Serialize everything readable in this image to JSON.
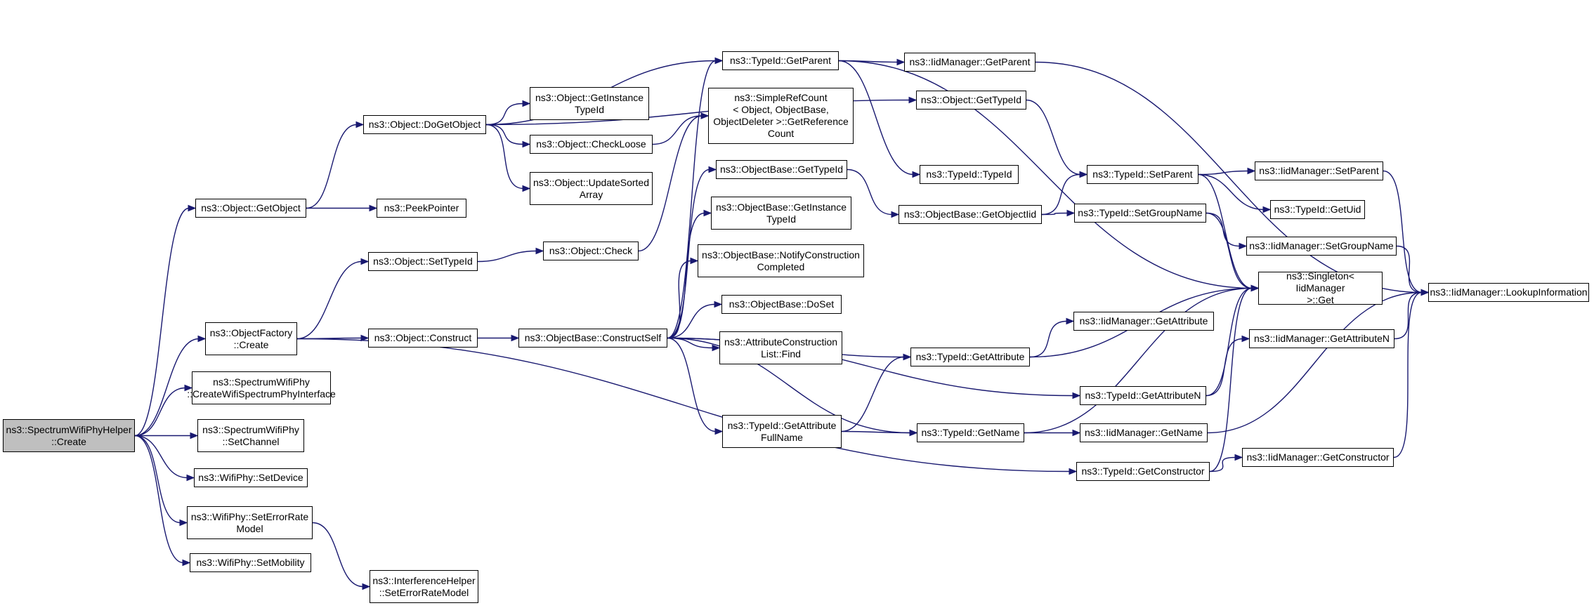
{
  "graph": {
    "colors": {
      "edge": "#191970",
      "node_border": "#000000",
      "root_fill": "#bfbfbf",
      "node_fill": "#ffffff"
    },
    "nodes": {
      "root": "ns3::SpectrumWifiPhyHelper\n::Create",
      "getObject": "ns3::Object::GetObject",
      "doGetObject": "ns3::Object::DoGetObject",
      "getInstanceTypeId": "ns3::Object::GetInstance\nTypeId",
      "checkLoose": "ns3::Object::CheckLoose",
      "updateSortedArray": "ns3::Object::UpdateSorted\nArray",
      "peekPointer": "ns3::PeekPointer",
      "typeIdGetParent": "ns3::TypeId::GetParent",
      "iidGetParent": "ns3::IidManager::GetParent",
      "objectGetTypeId": "ns3::Object::GetTypeId",
      "simpleRefCount": "ns3::SimpleRefCount\n< Object, ObjectBase,\n ObjectDeleter >::GetReference\nCount",
      "objectFactoryCreate": "ns3::ObjectFactory\n::Create",
      "setTypeId": "ns3::Object::SetTypeId",
      "objectCheck": "ns3::Object::Check",
      "objectConstruct": "ns3::Object::Construct",
      "constructSelf": "ns3::ObjectBase::ConstructSelf",
      "obGetTypeId": "ns3::ObjectBase::GetTypeId",
      "obGetInstanceTypeId": "ns3::ObjectBase::GetInstance\nTypeId",
      "notifyConstruction": "ns3::ObjectBase::NotifyConstruction\nCompleted",
      "doSet": "ns3::ObjectBase::DoSet",
      "attrConstructionFind": "ns3::AttributeConstruction\nList::Find",
      "typeIdTypeId": "ns3::TypeId::TypeId",
      "getObjectIid": "ns3::ObjectBase::GetObjectIid",
      "setParent": "ns3::TypeId::SetParent",
      "setGroupName": "ns3::TypeId::SetGroupName",
      "iidSetParent": "ns3::IidManager::SetParent",
      "getUid": "ns3::TypeId::GetUid",
      "iidSetGroupName": "ns3::IidManager::SetGroupName",
      "singletonGet": "ns3::Singleton< IidManager\n >::Get",
      "lookupInformation": "ns3::IidManager::LookupInformation",
      "typeIdGetAttribute": "ns3::TypeId::GetAttribute",
      "iidGetAttribute": "ns3::IidManager::GetAttribute",
      "getAttributeN": "ns3::TypeId::GetAttributeN",
      "iidGetAttributeN": "ns3::IidManager::GetAttributeN",
      "getAttributeFullName": "ns3::TypeId::GetAttribute\nFullName",
      "typeIdGetName": "ns3::TypeId::GetName",
      "iidGetName": "ns3::IidManager::GetName",
      "getConstructor": "ns3::TypeId::GetConstructor",
      "iidGetConstructor": "ns3::IidManager::GetConstructor",
      "createWifiSpectrumPhyInterface": "ns3::SpectrumWifiPhy\n::CreateWifiSpectrumPhyInterface",
      "spectrumSetChannel": "ns3::SpectrumWifiPhy\n::SetChannel",
      "wifiSetDevice": "ns3::WifiPhy::SetDevice",
      "wifiSetErrorRateModel": "ns3::WifiPhy::SetErrorRate\nModel",
      "interferenceSetErrorRateModel": "ns3::InterferenceHelper\n::SetErrorRateModel",
      "wifiSetMobility": "ns3::WifiPhy::SetMobility"
    },
    "edges": [
      [
        "root",
        "getObject"
      ],
      [
        "root",
        "objectFactoryCreate"
      ],
      [
        "root",
        "createWifiSpectrumPhyInterface"
      ],
      [
        "root",
        "spectrumSetChannel"
      ],
      [
        "root",
        "wifiSetDevice"
      ],
      [
        "root",
        "wifiSetErrorRateModel"
      ],
      [
        "root",
        "wifiSetMobility"
      ],
      [
        "getObject",
        "doGetObject"
      ],
      [
        "getObject",
        "peekPointer"
      ],
      [
        "doGetObject",
        "typeIdGetParent"
      ],
      [
        "doGetObject",
        "objectGetTypeId"
      ],
      [
        "doGetObject",
        "getInstanceTypeId"
      ],
      [
        "doGetObject",
        "checkLoose"
      ],
      [
        "doGetObject",
        "updateSortedArray"
      ],
      [
        "checkLoose",
        "simpleRefCount"
      ],
      [
        "typeIdGetParent",
        "iidGetParent"
      ],
      [
        "typeIdGetParent",
        "typeIdTypeId"
      ],
      [
        "typeIdGetParent",
        "singletonGet"
      ],
      [
        "iidGetParent",
        "lookupInformation"
      ],
      [
        "objectGetTypeId",
        "setParent"
      ],
      [
        "objectFactoryCreate",
        "setTypeId"
      ],
      [
        "objectFactoryCreate",
        "objectConstruct"
      ],
      [
        "objectFactoryCreate",
        "getConstructor"
      ],
      [
        "setTypeId",
        "objectCheck"
      ],
      [
        "objectCheck",
        "simpleRefCount"
      ],
      [
        "objectConstruct",
        "constructSelf"
      ],
      [
        "constructSelf",
        "typeIdGetParent"
      ],
      [
        "constructSelf",
        "obGetTypeId"
      ],
      [
        "constructSelf",
        "obGetInstanceTypeId"
      ],
      [
        "constructSelf",
        "notifyConstruction"
      ],
      [
        "constructSelf",
        "doSet"
      ],
      [
        "constructSelf",
        "attrConstructionFind"
      ],
      [
        "constructSelf",
        "typeIdGetAttribute"
      ],
      [
        "constructSelf",
        "getAttributeFullName"
      ],
      [
        "constructSelf",
        "typeIdGetName"
      ],
      [
        "constructSelf",
        "getAttributeN"
      ],
      [
        "obGetTypeId",
        "getObjectIid"
      ],
      [
        "getObjectIid",
        "setParent"
      ],
      [
        "getObjectIid",
        "setGroupName"
      ],
      [
        "setParent",
        "iidSetParent"
      ],
      [
        "setParent",
        "getUid"
      ],
      [
        "setParent",
        "singletonGet"
      ],
      [
        "iidSetParent",
        "lookupInformation"
      ],
      [
        "setGroupName",
        "iidSetGroupName"
      ],
      [
        "setGroupName",
        "singletonGet"
      ],
      [
        "iidSetGroupName",
        "lookupInformation"
      ],
      [
        "typeIdGetAttribute",
        "iidGetAttribute"
      ],
      [
        "typeIdGetAttribute",
        "singletonGet"
      ],
      [
        "getAttributeFullName",
        "typeIdGetAttribute"
      ],
      [
        "getAttributeFullName",
        "typeIdGetName"
      ],
      [
        "typeIdGetName",
        "iidGetName"
      ],
      [
        "typeIdGetName",
        "singletonGet"
      ],
      [
        "getAttributeN",
        "iidGetAttributeN"
      ],
      [
        "getAttributeN",
        "singletonGet"
      ],
      [
        "iidGetAttributeN",
        "lookupInformation"
      ],
      [
        "iidGetName",
        "lookupInformation"
      ],
      [
        "getConstructor",
        "iidGetConstructor"
      ],
      [
        "getConstructor",
        "singletonGet"
      ],
      [
        "iidGetConstructor",
        "lookupInformation"
      ],
      [
        "wifiSetErrorRateModel",
        "interferenceSetErrorRateModel"
      ]
    ]
  }
}
